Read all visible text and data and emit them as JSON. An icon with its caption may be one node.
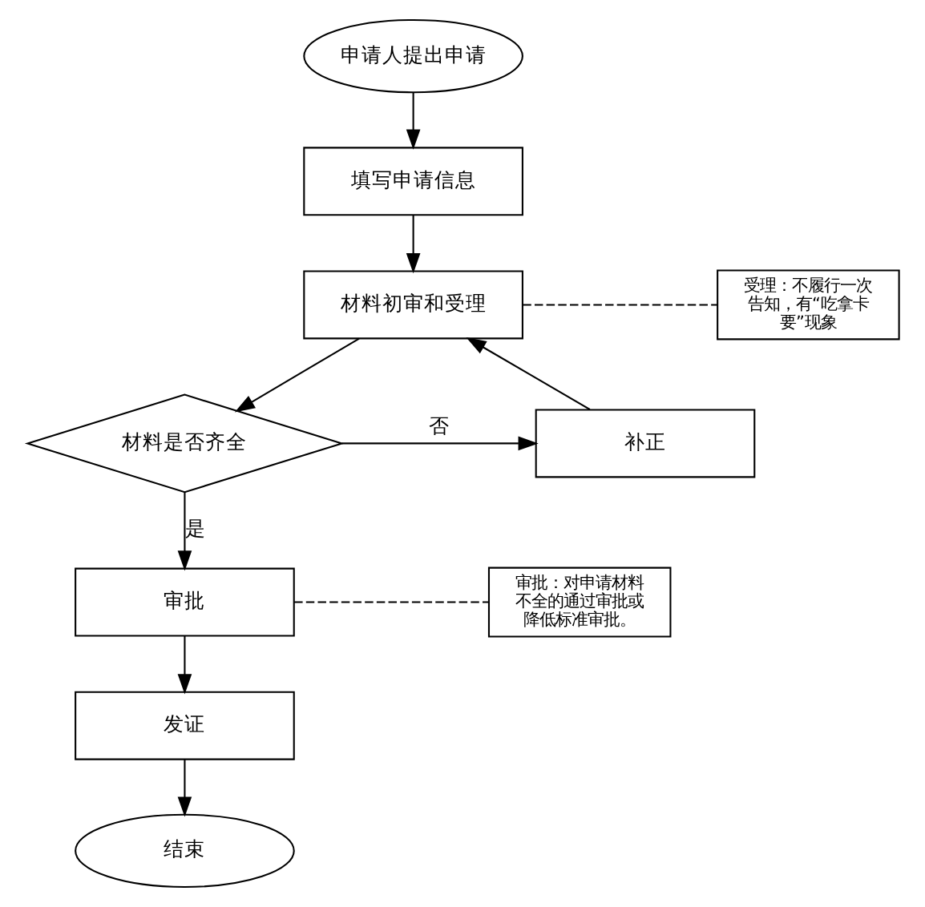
{
  "diagram": {
    "nodes": [
      {
        "text": [
          "申请人提出申请"
        ]
      },
      {
        "text": [
          "填写申请信息"
        ]
      },
      {
        "text": [
          "材料初审和受理"
        ]
      },
      {
        "text": [
          "材料是否齐全"
        ]
      },
      {
        "text": [
          "补正"
        ]
      },
      {
        "text": [
          "审批"
        ]
      },
      {
        "text": [
          "发证"
        ]
      },
      {
        "text": [
          "结束"
        ]
      },
      {
        "text": [
          "受理：不履行一次告知，有“吃拿卡要”现象"
        ]
      },
      {
        "text": [
          "审批：对申请材料不全的通过审批或降低标准审批。"
        ]
      }
    ],
    "edges": [
      {
        "from": 0,
        "to": 1,
        "arrow": "to"
      },
      {
        "from": 1,
        "to": 2,
        "arrow": "to"
      },
      {
        "from": 2,
        "to": 3,
        "arrow": "to"
      },
      {
        "from": 3,
        "to": 4,
        "arrow": "to",
        "label": "否"
      },
      {
        "from": 4,
        "to": 2,
        "arrow": "to"
      },
      {
        "from": 3,
        "to": 5,
        "arrow": "to",
        "label": "是"
      },
      {
        "from": 5,
        "to": 6,
        "arrow": "to"
      },
      {
        "from": 6,
        "to": 7,
        "arrow": "to"
      },
      {
        "from": 2,
        "to": 8,
        "arrow": "none",
        "style": "dashed"
      },
      {
        "from": 5,
        "to": 9,
        "arrow": "none",
        "style": "dashed"
      }
    ]
  }
}
